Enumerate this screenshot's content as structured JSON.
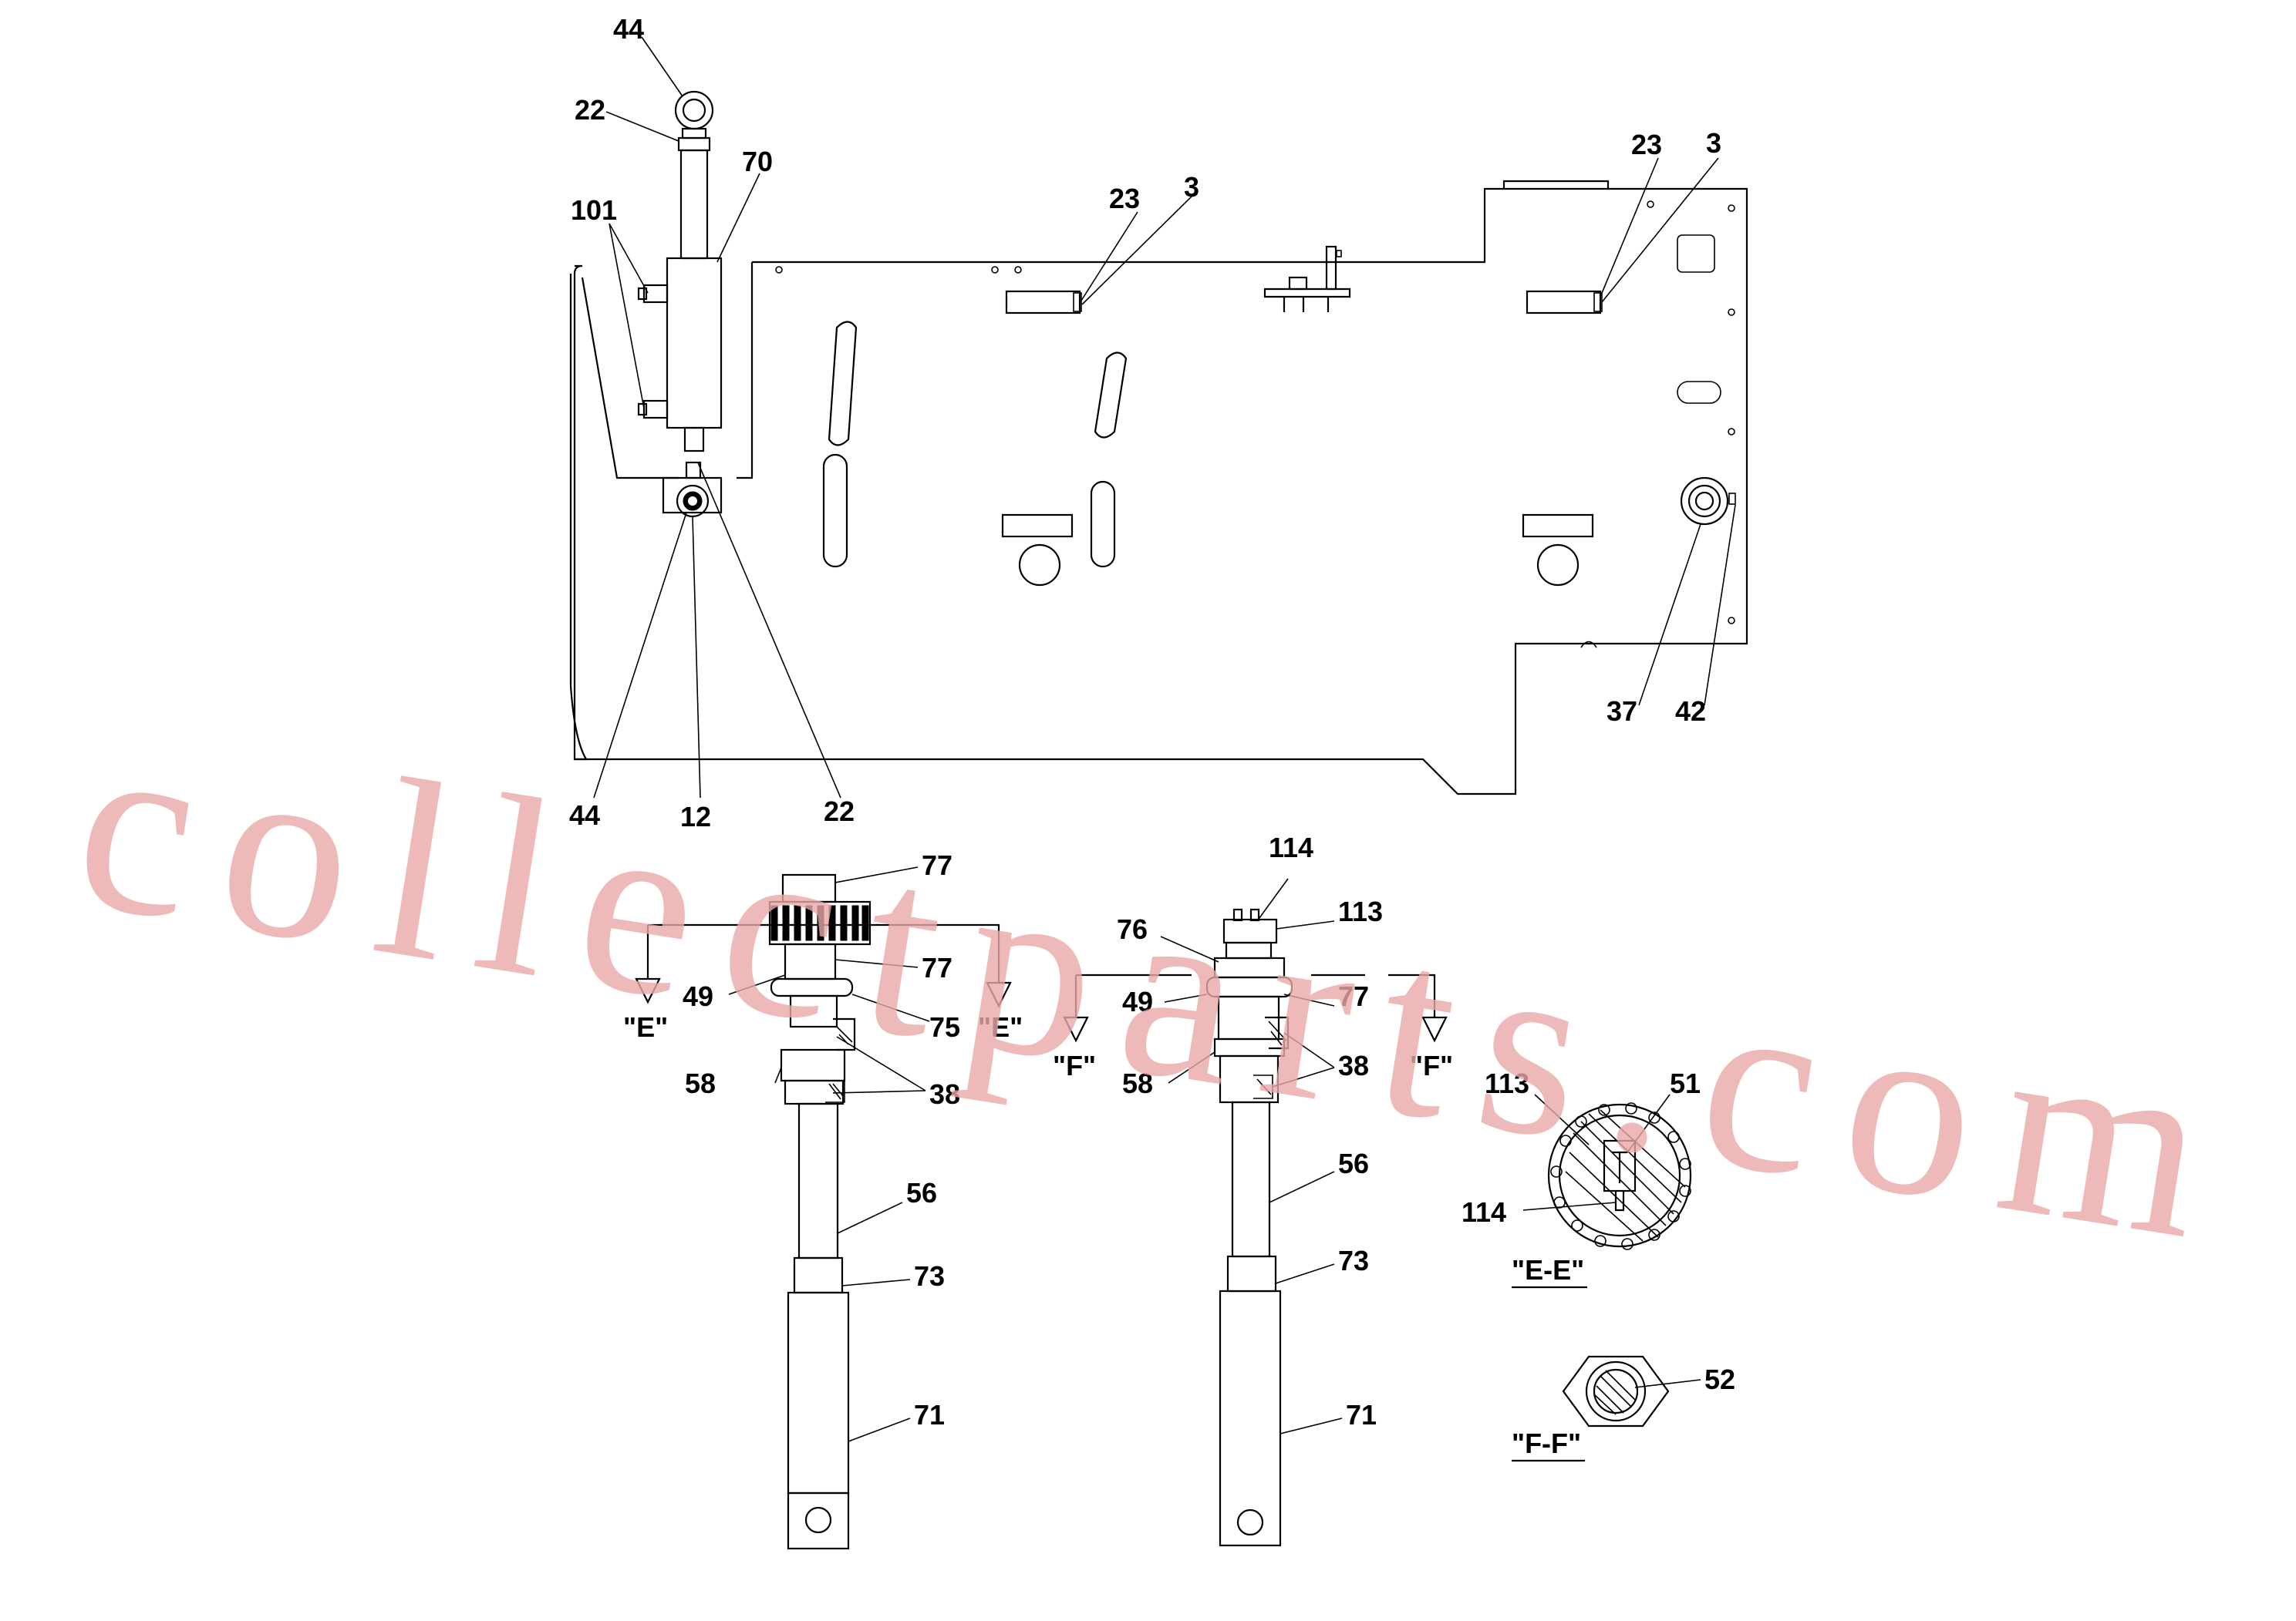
{
  "callouts": {
    "c44a": "44",
    "c22a": "22",
    "c70": "70",
    "c101": "101",
    "c23a": "23",
    "c3a": "3",
    "c23b": "23",
    "c3b": "3",
    "c37": "37",
    "c42": "42",
    "c44b": "44",
    "c12": "12",
    "c22b": "22",
    "c77a": "77",
    "c77b": "77",
    "c49a": "49",
    "c75": "75",
    "c58a": "58",
    "c38a": "38",
    "c56a": "56",
    "c73a": "73",
    "c71a": "71",
    "c114a": "114",
    "c113a": "113",
    "c76": "76",
    "c49b": "49",
    "c77c": "77",
    "c38b": "38",
    "c58b": "58",
    "c56b": "56",
    "c73b": "73",
    "c71b": "71",
    "c113b": "113",
    "c51": "51",
    "c114b": "114",
    "c52": "52"
  },
  "section_marks": {
    "e_left": "\"E\"",
    "e_right": "\"E\"",
    "f_left": "\"F\"",
    "f_right": "\"F\""
  },
  "section_titles": {
    "ee": "\"E-E\"",
    "ff": "\"F-F\""
  },
  "watermark": "collectparts.com"
}
